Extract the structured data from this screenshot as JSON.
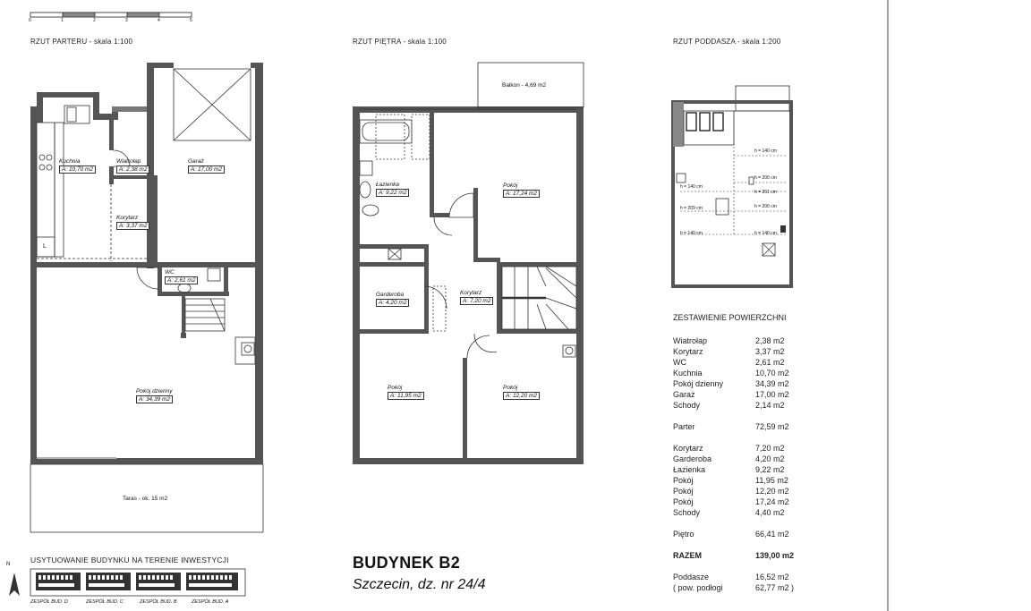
{
  "scale_bar": {
    "ticks": [
      "0",
      "1",
      "2",
      "3",
      "4",
      "5"
    ]
  },
  "plans": {
    "ground": {
      "caption": "RZUT PARTERU - skala 1:100"
    },
    "first": {
      "caption": "RZUT PIĘTRA - skala 1:100"
    },
    "attic": {
      "caption": "RZUT PODDASZA - skala 1:200"
    }
  },
  "ground_rooms": {
    "kuchnia": {
      "name": "Kuchnia",
      "area": "A: 10,70 m2"
    },
    "wiatrolap": {
      "name": "Wiatrołap",
      "area": "A: 2,38 m2"
    },
    "garaz": {
      "name": "Garaż",
      "area": "A: 17,00 m2"
    },
    "korytarz": {
      "name": "Korytarz",
      "area": "A: 3,37 m2"
    },
    "wc": {
      "name": "WC",
      "area": "A: 2,61 m2"
    },
    "pokoj_dzienny": {
      "name": "Pokój dzienny",
      "area": "A: 34,39 m2"
    },
    "taras": {
      "name": "Taras - ok. 15 m2"
    },
    "lodowka": "L"
  },
  "first_rooms": {
    "balkon": {
      "name": "Balkon - 4,69 m2"
    },
    "lazienka": {
      "name": "Łazienka",
      "area": "A: 9,22 m2"
    },
    "pokoj1": {
      "name": "Pokój",
      "area": "A: 17,24 m2"
    },
    "garderoba": {
      "name": "Garderoba",
      "area": "A: 4,20 m2"
    },
    "korytarz": {
      "name": "Korytarz",
      "area": "A: 7,20 m2"
    },
    "pokoj2": {
      "name": "Pokój",
      "area": "A: 11,95 m2"
    },
    "pokoj3": {
      "name": "Pokój",
      "area": "A: 12,20 m2"
    }
  },
  "attic_heights": [
    "h = 140 cm",
    "h = 200 cm",
    "h = 140 cm",
    "h = 261 cm",
    "h = 209 cm",
    "h = 200 cm",
    "h = 140 cm",
    "h = 140 cm"
  ],
  "summary": {
    "title": "ZESTAWIENIE POWIERZCHNI",
    "ground": [
      {
        "label": "Wiatrołap",
        "value": "2,38 m2"
      },
      {
        "label": "Korytarz",
        "value": "3,37 m2"
      },
      {
        "label": "WC",
        "value": "2,61 m2"
      },
      {
        "label": "Kuchnia",
        "value": "10,70 m2"
      },
      {
        "label": "Pokój dzienny",
        "value": "34,39 m2"
      },
      {
        "label": "Garaż",
        "value": "17,00 m2"
      },
      {
        "label": "Schody",
        "value": "2,14 m2"
      }
    ],
    "ground_total": {
      "label": "Parter",
      "value": "72,59 m2"
    },
    "first": [
      {
        "label": "Korytarz",
        "value": "7,20 m2"
      },
      {
        "label": "Garderoba",
        "value": "4,20 m2"
      },
      {
        "label": "Łazienka",
        "value": "9,22 m2"
      },
      {
        "label": "Pokój",
        "value": "11,95 m2"
      },
      {
        "label": "Pokój",
        "value": "12,20 m2"
      },
      {
        "label": "Pokój",
        "value": "17,24 m2"
      },
      {
        "label": "Schody",
        "value": "4,40 m2"
      }
    ],
    "first_total": {
      "label": "Piętro",
      "value": "66,41 m2"
    },
    "total": {
      "label": "RAZEM",
      "value": "139,00 m2"
    },
    "attic": {
      "label": "Poddasze",
      "value": "16,52 m2"
    },
    "attic_floor": {
      "label": "( pow. podłogi",
      "value": "62,77 m2 )"
    }
  },
  "site": {
    "caption": "USYTUOWANIE BUDYNKU NA TERENIE INWESTYCJI",
    "north": "N",
    "zones": [
      "ZESPÓŁ BUD. D",
      "ZESPÓŁ BUD. C",
      "ZESPÓŁ BUD. B",
      "ZESPÓŁ BUD. A"
    ]
  },
  "building": {
    "title": "BUDYNEK B2",
    "location": "Szczecin, dz. nr 24/4"
  }
}
